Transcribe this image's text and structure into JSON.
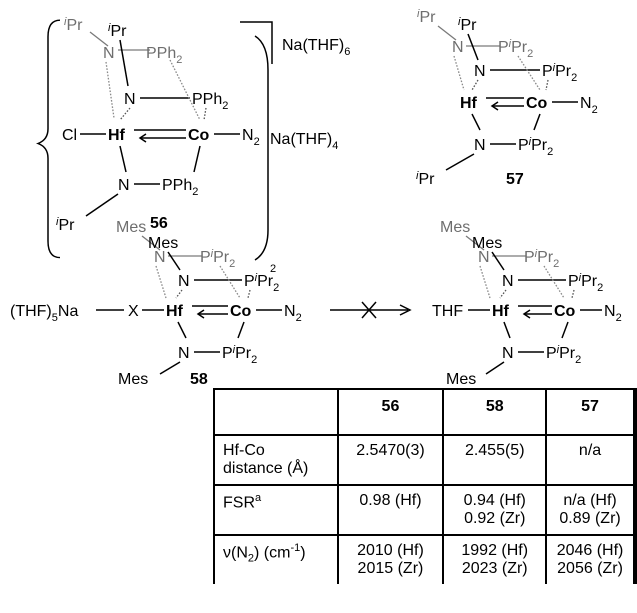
{
  "compounds": {
    "c56": {
      "id": "56",
      "hf": "Hf",
      "co": "Co",
      "cl": "Cl",
      "n": "N",
      "n2": "N",
      "n2_sub": "2",
      "pph2": "PPh",
      "pph2_sub": "2",
      "ipr_pre": "i",
      "ipr": "Pr",
      "counterion_outer": "Na(THF)",
      "counterion_outer_sub": "6",
      "counterion_inner": "Na(THF)",
      "counterion_inner_sub": "4",
      "bracket_sub": "2"
    },
    "c57": {
      "id": "57",
      "hf": "Hf",
      "co": "Co",
      "n": "N",
      "n2": "N",
      "n2_sub": "2",
      "p": "P",
      "ipr_pre": "i",
      "ipr": "Pr",
      "ipr_sub": "2"
    },
    "c58": {
      "id": "58",
      "hf": "Hf",
      "co": "Co",
      "n": "N",
      "n2": "N",
      "n2_sub": "2",
      "p": "P",
      "ipr_pre": "i",
      "ipr": "Pr",
      "ipr_sub": "2",
      "mes": "Mes",
      "thf": "(THF)",
      "thf_sub": "5",
      "na": "Na",
      "x": "X"
    },
    "product": {
      "thf": "THF",
      "hf": "Hf",
      "co": "Co",
      "n": "N",
      "n2": "N",
      "n2_sub": "2",
      "p": "P",
      "ipr_pre": "i",
      "ipr": "Pr",
      "ipr_sub": "2",
      "mes": "Mes"
    }
  },
  "table": {
    "headers": [
      "",
      "56",
      "58",
      "57"
    ],
    "rows": [
      {
        "label": "Hf-Co distance (Å)",
        "values": [
          "2.5470(3)",
          "2.455(5)",
          "n/a"
        ]
      },
      {
        "label_main": "FSR",
        "label_sup": "a",
        "values": [
          "0.98 (Hf)",
          "0.94 (Hf)\n0.92 (Zr)",
          "n/a (Hf)\n0.89 (Zr)"
        ]
      },
      {
        "label_main": "ν(N",
        "label_sub": "2",
        "label_tail": ") (cm",
        "label_sup": "-1",
        "label_end": ")",
        "values": [
          "2010 (Hf)\n2015 (Zr)",
          "1992 (Hf)\n2023 (Zr)",
          "2046 (Hf)\n2056 (Zr)"
        ]
      }
    ]
  }
}
